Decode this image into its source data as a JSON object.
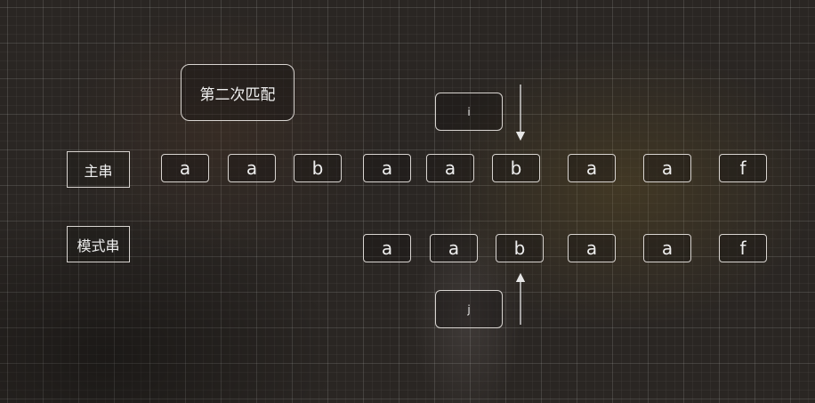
{
  "title": "第二次匹配",
  "main_label": "主串",
  "pattern_label": "模式串",
  "main_string": [
    "a",
    "a",
    "b",
    "a",
    "a",
    "b",
    "a",
    "a",
    "f"
  ],
  "pattern_string": [
    "a",
    "a",
    "b",
    "a",
    "a",
    "f"
  ],
  "pointer_i": "i",
  "pointer_j": "j"
}
